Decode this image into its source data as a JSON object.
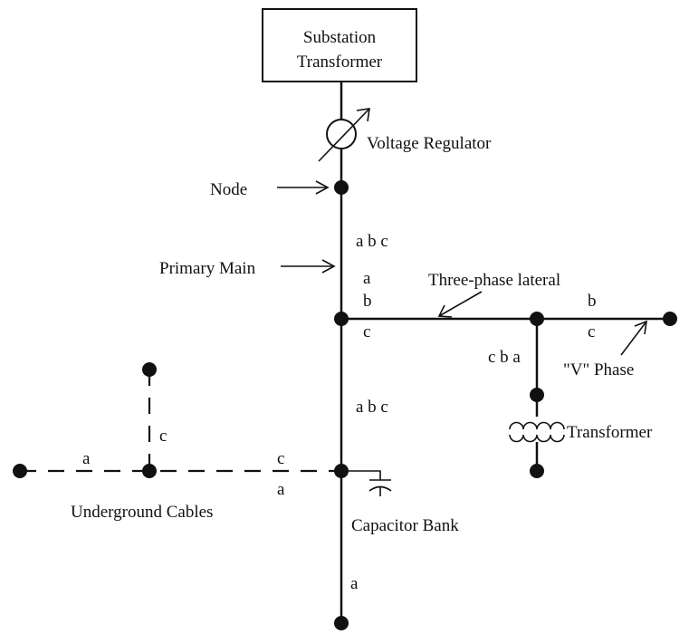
{
  "labels": {
    "substation_line1": "Substation",
    "substation_line2": "Transformer",
    "voltage_regulator": "Voltage Regulator",
    "node": "Node",
    "primary_main": "Primary Main",
    "three_phase_lateral": "Three-phase lateral",
    "v_phase": "\"V\" Phase",
    "transformer": "Transformer",
    "underground_cables": "Underground Cables",
    "capacitor_bank": "Capacitor Bank"
  },
  "phases": {
    "main_upper": "a b c",
    "lateral_a": "a",
    "lateral_b": "b",
    "lateral_c": "c",
    "v_phase_b": "b",
    "v_phase_c": "c",
    "tap_cba": "c b a",
    "main_middle": "a b c",
    "ug_vertical_c": "c",
    "ug_left_a": "a",
    "ug_right_c": "c",
    "ug_right_a": "a",
    "main_lower": "a"
  }
}
